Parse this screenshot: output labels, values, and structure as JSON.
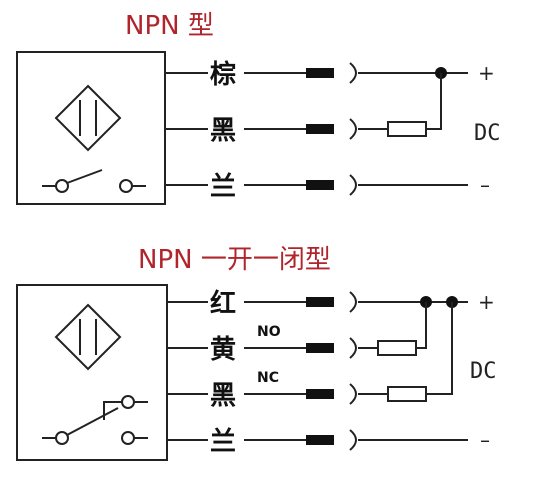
{
  "diagram_top": {
    "title": "NPN 型",
    "wires": [
      {
        "label": "棕"
      },
      {
        "label": "黑"
      },
      {
        "label": "兰"
      }
    ],
    "supply_label": "DC",
    "plus_sign": "+",
    "minus_sign": "–"
  },
  "diagram_bottom": {
    "title": "NPN 一开一闭型",
    "wires": [
      {
        "label": "红",
        "tag": ""
      },
      {
        "label": "黄",
        "tag": "NO"
      },
      {
        "label": "黑",
        "tag": "NC"
      },
      {
        "label": "兰",
        "tag": ""
      }
    ],
    "supply_label": "DC",
    "plus_sign": "+",
    "minus_sign": "–"
  },
  "colors": {
    "title": "#b0242b",
    "line": "#222222"
  }
}
